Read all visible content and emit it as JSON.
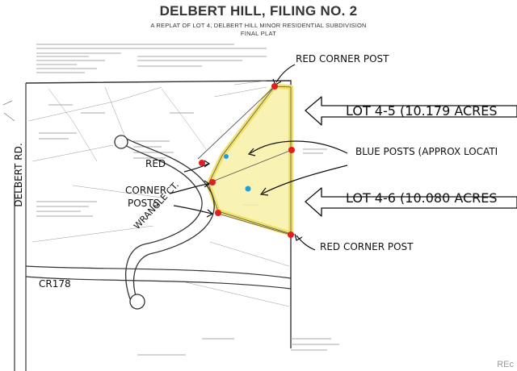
{
  "plat": {
    "title": "DELBERT HILL, FILING NO. 2",
    "subtitle": "A REPLAT OF LOT 4, DELBERT HILL MINOR RESIDENTIAL SUBDIVISION",
    "subtitle2": "FINAL PLAT"
  },
  "annotations": {
    "red_corner_post_top": "RED CORNER POST",
    "red_corner_posts_left": [
      "RED",
      "CORNER",
      "POSTS"
    ],
    "red_corner_post_bottom": "RED CORNER POST",
    "blue_posts": "BLUE POSTS (APPROX LOCATI",
    "lot_45": "LOT 4-5 (10.179 ACRES",
    "lot_46": "LOT 4-6 (10.080 ACRES"
  },
  "roads": {
    "delbert_rd": "DELBERT RD.",
    "cr178": "CR178",
    "wrangle_ct": "WRANGLE CT."
  },
  "colors": {
    "highlight": "#f3ea8c",
    "red_post": "#e02020",
    "blue_post": "#1aa0e8",
    "ink": "#222222"
  },
  "watermark": "REc"
}
